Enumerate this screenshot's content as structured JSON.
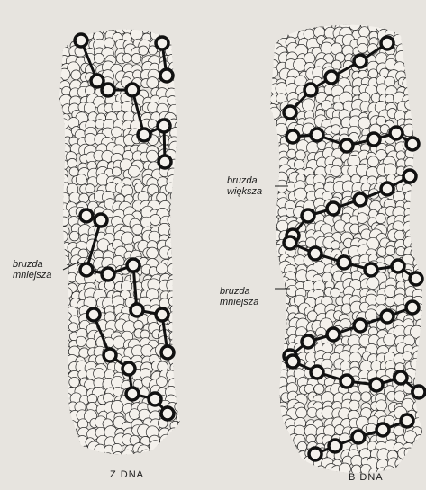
{
  "figure": {
    "left_model": {
      "caption": "Z DNA",
      "groove_label": {
        "line1": "bruzda",
        "line2": "mniejsza"
      }
    },
    "right_model": {
      "caption": "B DNA",
      "major_groove_label": {
        "line1": "bruzda",
        "line2": "większa"
      },
      "minor_groove_label": {
        "line1": "bruzda",
        "line2": "mniejsza"
      }
    }
  },
  "colors": {
    "background": "#e7e4df",
    "atom_fill": "#f4f1ec",
    "atom_stroke": "#2a2a2a",
    "backbone": "#111111"
  }
}
